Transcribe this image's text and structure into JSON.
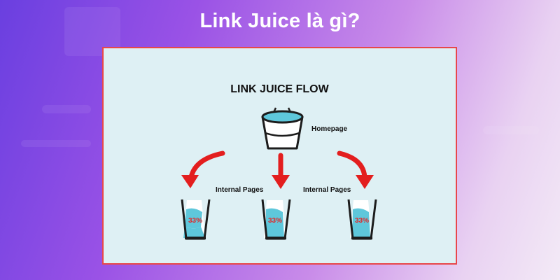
{
  "page": {
    "title": "Link Juice là gì?"
  },
  "diagram": {
    "title": "LINK JUICE FLOW",
    "homepage_label": "Homepage",
    "internal_labels": [
      "Internal Pages",
      "Internal Pages"
    ],
    "percentages": [
      "33%",
      "33%",
      "33%"
    ]
  },
  "colors": {
    "frame_border": "#e8474a",
    "panel_bg": "#def0f4",
    "arrow": "#e31e1e",
    "water": "#5ec7db",
    "percent_text": "#e32727"
  },
  "icons": {
    "homepage": "bucket-icon",
    "internal_pages": "glass-icon",
    "flow": "arrow-icon"
  }
}
